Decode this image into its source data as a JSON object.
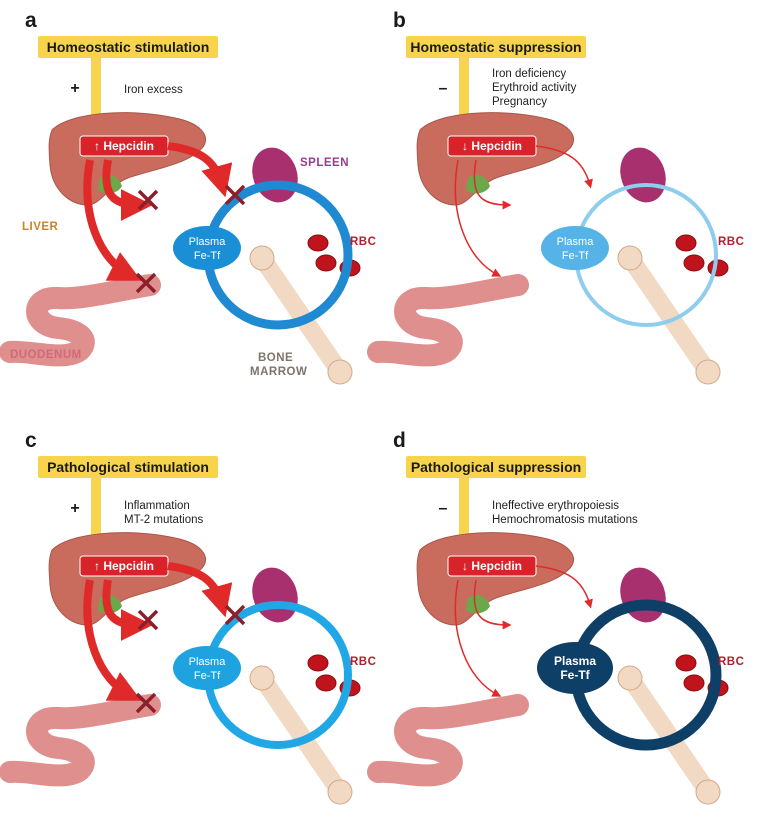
{
  "panels": [
    {
      "letter": "a",
      "banner": "Homeostatic stimulation",
      "sign": "+",
      "conditions": [
        "Iron excess"
      ],
      "hepcidin": "Hepcidin",
      "hepcidin_arrow": "↑",
      "plasma": [
        "Plasma",
        "Fe-Tf"
      ],
      "labels": {
        "spleen": "SPLEEN",
        "rbc": "RBC",
        "liver": "LIVER",
        "duodenum": "DUODENUM",
        "bone1": "BONE",
        "bone2": "MARROW"
      }
    },
    {
      "letter": "b",
      "banner": "Homeostatic suppression",
      "sign": "–",
      "conditions": [
        "Iron deficiency",
        "Erythroid activity",
        "Pregnancy"
      ],
      "hepcidin": "Hepcidin",
      "hepcidin_arrow": "↓",
      "plasma": [
        "Plasma",
        "Fe-Tf"
      ],
      "labels": {
        "rbc": "RBC"
      }
    },
    {
      "letter": "c",
      "banner": "Pathological stimulation",
      "sign": "+",
      "conditions": [
        "Inflammation",
        "MT-2 mutations"
      ],
      "hepcidin": "Hepcidin",
      "hepcidin_arrow": "↑",
      "plasma": [
        "Plasma",
        "Fe-Tf"
      ],
      "labels": {
        "rbc": "RBC"
      }
    },
    {
      "letter": "d",
      "banner": "Pathological suppression",
      "sign": "–",
      "conditions": [
        "Ineffective erythropoiesis",
        "Hemochromatosis mutations"
      ],
      "hepcidin": "Hepcidin",
      "hepcidin_arrow": "↓",
      "plasma": [
        "Plasma",
        "Fe-Tf"
      ],
      "labels": {
        "rbc": "RBC"
      }
    }
  ],
  "colors": {
    "banner": "#f7d44c",
    "hepcidin_box": "#d9232b",
    "red_arrow": "#e02a2a",
    "liver": "#c96c5e",
    "spleen": "#a8306e",
    "rbc": "#c0141c",
    "plasma_a": "#1a8fd6",
    "plasma_b": "#56b3e8",
    "plasma_c": "#1fa3e0",
    "plasma_d": "#0e3f66",
    "cross": "#8b1f2a",
    "spleen_label": "#9b3a8f",
    "rbc_label": "#b21e2d",
    "liver_label": "#c8842c",
    "duodenum_label": "#d06a7a",
    "bone_label": "#7d7569"
  }
}
